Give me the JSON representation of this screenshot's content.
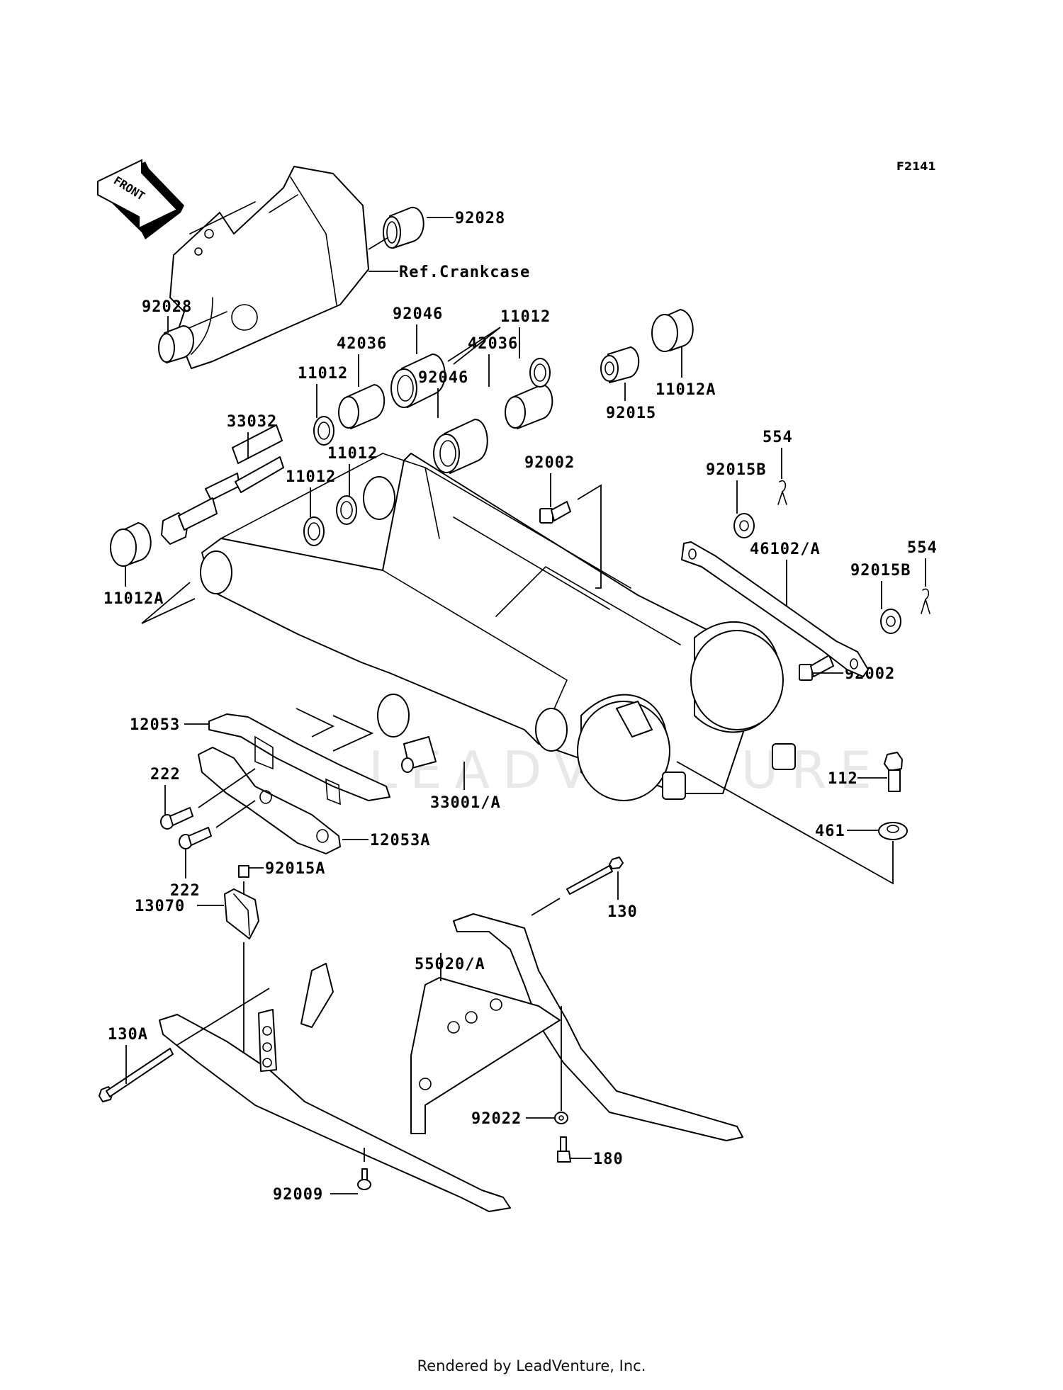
{
  "diagram": {
    "code": "F2141",
    "front_arrow": "FRONT",
    "watermark": "LEADVENTURE",
    "reference_label": "Ref.Crankcase",
    "callouts": [
      {
        "id": "92028-upper",
        "label": "92028"
      },
      {
        "id": "92028-lower",
        "label": "92028"
      },
      {
        "id": "92046-upper",
        "label": "92046"
      },
      {
        "id": "92046-lower",
        "label": "92046"
      },
      {
        "id": "42036-left",
        "label": "42036"
      },
      {
        "id": "42036-right",
        "label": "42036"
      },
      {
        "id": "11012-a",
        "label": "11012"
      },
      {
        "id": "11012-b",
        "label": "11012"
      },
      {
        "id": "11012-c",
        "label": "11012"
      },
      {
        "id": "11012-d",
        "label": "11012"
      },
      {
        "id": "11012A-right",
        "label": "11012A"
      },
      {
        "id": "11012A-left",
        "label": "11012A"
      },
      {
        "id": "92015",
        "label": "92015"
      },
      {
        "id": "33032",
        "label": "33032"
      },
      {
        "id": "92002-upper",
        "label": "92002"
      },
      {
        "id": "92002-lower",
        "label": "92002"
      },
      {
        "id": "92015B-upper",
        "label": "92015B"
      },
      {
        "id": "92015B-lower",
        "label": "92015B"
      },
      {
        "id": "554-upper",
        "label": "554"
      },
      {
        "id": "554-lower",
        "label": "554"
      },
      {
        "id": "46102A",
        "label": "46102/A"
      },
      {
        "id": "12053",
        "label": "12053"
      },
      {
        "id": "12053A",
        "label": "12053A"
      },
      {
        "id": "33001A",
        "label": "33001/A"
      },
      {
        "id": "222-upper",
        "label": "222"
      },
      {
        "id": "222-lower",
        "label": "222"
      },
      {
        "id": "112",
        "label": "112"
      },
      {
        "id": "461",
        "label": "461"
      },
      {
        "id": "92015A",
        "label": "92015A"
      },
      {
        "id": "13070",
        "label": "13070"
      },
      {
        "id": "130",
        "label": "130"
      },
      {
        "id": "130A",
        "label": "130A"
      },
      {
        "id": "55020A",
        "label": "55020/A"
      },
      {
        "id": "92022",
        "label": "92022"
      },
      {
        "id": "180",
        "label": "180"
      },
      {
        "id": "92009",
        "label": "92009"
      }
    ]
  },
  "footer": {
    "text": "Rendered by LeadVenture, Inc."
  }
}
